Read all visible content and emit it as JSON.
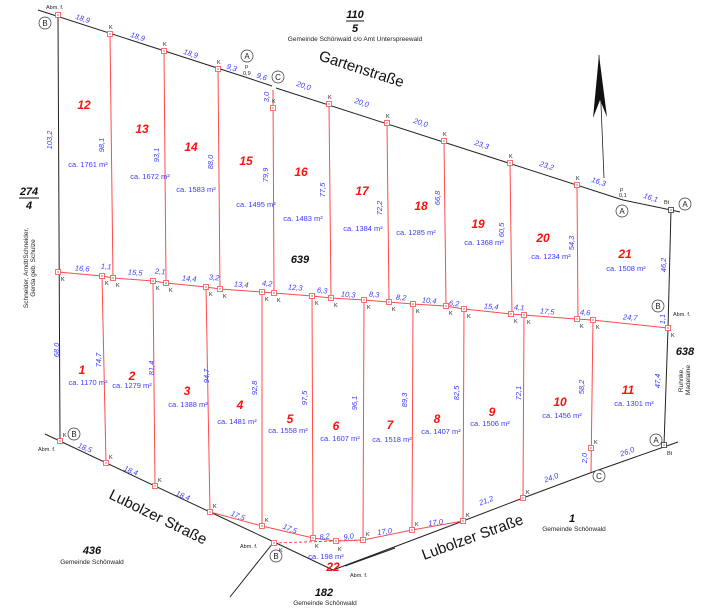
{
  "parcels": [
    {
      "num": "1",
      "area": "ca. 1170 m²"
    },
    {
      "num": "2",
      "area": "ca. 1279 m²"
    },
    {
      "num": "3",
      "area": "ca. 1388 m²"
    },
    {
      "num": "4",
      "area": "ca. 1481 m²"
    },
    {
      "num": "5",
      "area": "ca. 1558 m²"
    },
    {
      "num": "6",
      "area": "ca. 1607 m²"
    },
    {
      "num": "7",
      "area": "ca. 1518 m²"
    },
    {
      "num": "8",
      "area": "ca. 1407 m²"
    },
    {
      "num": "9",
      "area": "ca. 1506 m²"
    },
    {
      "num": "10",
      "area": "ca. 1456 m²"
    },
    {
      "num": "11",
      "area": "ca. 1301 m²"
    },
    {
      "num": "12",
      "area": "ca. 1761 m²"
    },
    {
      "num": "13",
      "area": "ca. 1672 m²"
    },
    {
      "num": "14",
      "area": "ca. 1583 m²"
    },
    {
      "num": "15",
      "area": "ca. 1495 m²"
    },
    {
      "num": "16",
      "area": "ca. 1483 m²"
    },
    {
      "num": "17",
      "area": "ca. 1384 m²"
    },
    {
      "num": "18",
      "area": "ca. 1285 m²"
    },
    {
      "num": "19",
      "area": "ca. 1368 m²"
    },
    {
      "num": "20",
      "area": "ca. 1234 m²"
    },
    {
      "num": "21",
      "area": "ca. 1508 m²"
    },
    {
      "num": "22",
      "area": "ca. 198 m²"
    }
  ],
  "dims_top": [
    "18,9",
    "18,9",
    "18,9",
    "9,3",
    "9,6",
    "20,0",
    "20,0",
    "20,0",
    "23,3",
    "23,2",
    "16,3",
    "16,1"
  ],
  "dims_middle": [
    "16,6",
    "1,1",
    "15,5",
    "2,1",
    "14,4",
    "3,2",
    "13,4",
    "4,2",
    "12,3",
    "6,3",
    "10,3",
    "8,3",
    "8,2",
    "10,4",
    "6,2",
    "15,4",
    "4,1",
    "17,5",
    "4,6",
    "24,7"
  ],
  "dims_bottom": [
    "18,5",
    "18,4",
    "18,4",
    "17,5",
    "17,5",
    "8,2",
    "9,0",
    "17,0",
    "17,0",
    "21,2",
    "24,0",
    "26,0"
  ],
  "dims_vertical": [
    "103,2",
    "98,1",
    "93,1",
    "88,0",
    "79,9",
    "77,5",
    "72,2",
    "66,8",
    "60,5",
    "54,3",
    "46,2",
    "3,0",
    "68,0",
    "74,7",
    "81,4",
    "94,7",
    "92,8",
    "97,5",
    "96,1",
    "89,3",
    "82,5",
    "72,1",
    "58,2",
    "47,4",
    "2,0",
    "1,1"
  ],
  "neighbors": {
    "n110": {
      "num": "110",
      "den": "5",
      "owner": "Gemeinde Schönwald c/o Amt Unterspreewald"
    },
    "n274": {
      "num": "274",
      "den": "4",
      "owner1": "Schneider, Arndt/Schneider,",
      "owner2": "Gerda geb. Schulze"
    },
    "n639": "639",
    "n638": {
      "num": "638",
      "owner1": "Ruhnke,",
      "owner2": "Madelaine"
    },
    "n436": {
      "num": "436",
      "owner": "Gemeinde Schönwald"
    },
    "n1": {
      "num": "1",
      "owner": "Gemeinde Schönwald"
    },
    "n182": {
      "num": "182",
      "owner": "Gemeinde Schönwald"
    }
  },
  "streets": {
    "top": "Gartenstraße",
    "bottom_left": "Lubolzer Straße",
    "bottom_right": "Lubolzer Straße"
  },
  "labels": {
    "abm": "Abm. f.",
    "k": "K",
    "bt": "Bt",
    "p": "p",
    "p09": "0,9",
    "p01": "0,1",
    "A": "A",
    "B": "B",
    "C": "C"
  }
}
